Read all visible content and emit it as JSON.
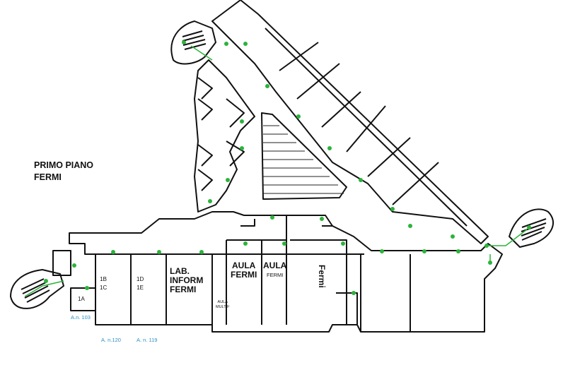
{
  "floor": {
    "title_line1": "PRIMO PIANO",
    "title_line2": "FERMI"
  },
  "rooms": {
    "r_1b": "1B",
    "r_1c": "1C",
    "r_1d": "1D",
    "r_1e": "1E",
    "r_1a": "1A",
    "lab_line1": "LAB.",
    "lab_line2": "INFORM",
    "lab_line3": "FERMI",
    "aula_fermi_1_line1": "AULA",
    "aula_fermi_1_line2": "FERMI",
    "aula_fermi_2_line1": "AULA",
    "aula_fermi_2_line2": "FERMI",
    "aula_multif_line1": "AULA",
    "aula_multif_line2": "MULTIF",
    "fermi_vertical": "Fermi"
  },
  "annex_labels": {
    "a103": "A.n. 103",
    "a120": "A. n.120",
    "a119": "A. n. 119"
  },
  "colors": {
    "wall": "#111111",
    "exit_marker": "#2bb33a",
    "annex_text": "#2a8fc8",
    "background": "#ffffff"
  }
}
